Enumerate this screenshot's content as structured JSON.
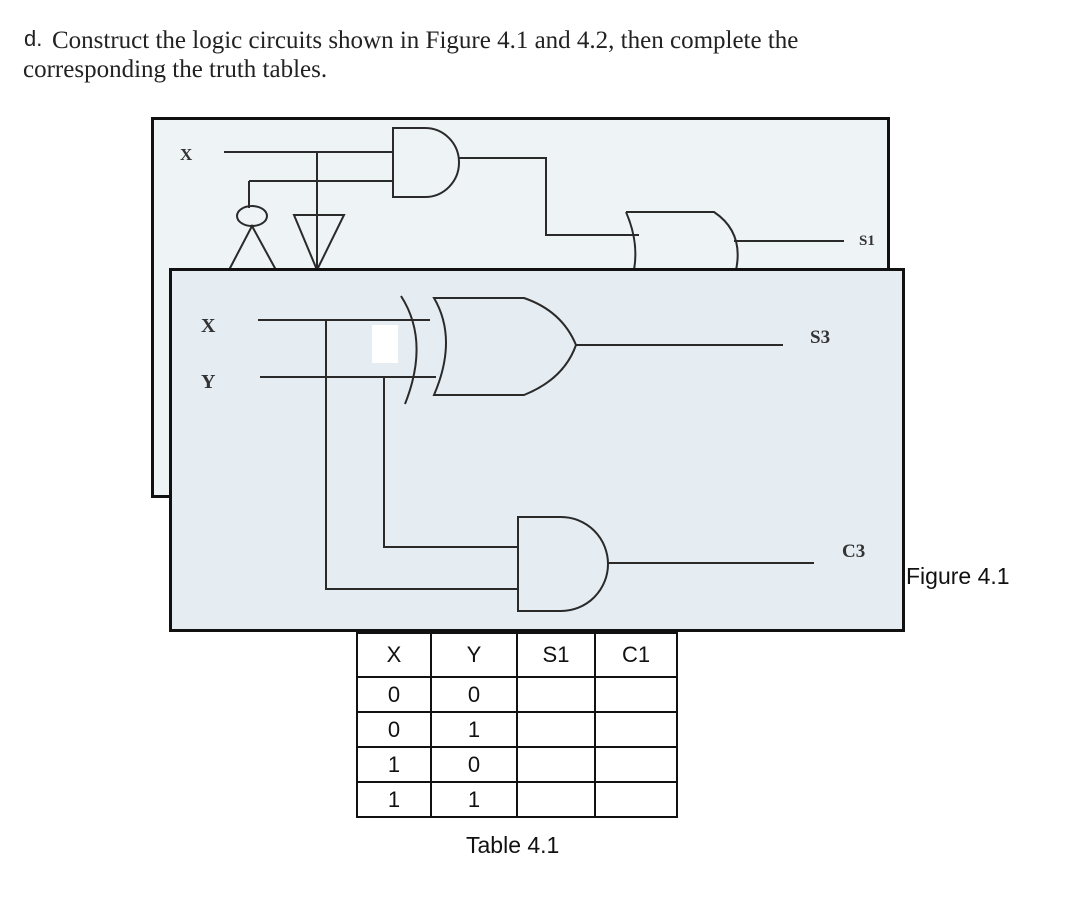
{
  "question": {
    "prefix": "d.",
    "line1": "Construct the logic circuits shown in Figure 4.1 and 4.2, then complete the",
    "line2": "corresponding the truth tables."
  },
  "figure_back": {
    "input_label": "X",
    "output_label": "S1"
  },
  "figure_front": {
    "input_x": "X",
    "input_y": "Y",
    "output_sum": "S3",
    "output_carry": "C3",
    "caption": "Figure 4.1"
  },
  "table": {
    "caption": "Table 4.1",
    "headers": [
      "X",
      "Y",
      "S1",
      "C1"
    ],
    "rows": [
      [
        "0",
        "0",
        "",
        ""
      ],
      [
        "0",
        "1",
        "",
        ""
      ],
      [
        "1",
        "0",
        "",
        ""
      ],
      [
        "1",
        "1",
        "",
        ""
      ]
    ]
  }
}
